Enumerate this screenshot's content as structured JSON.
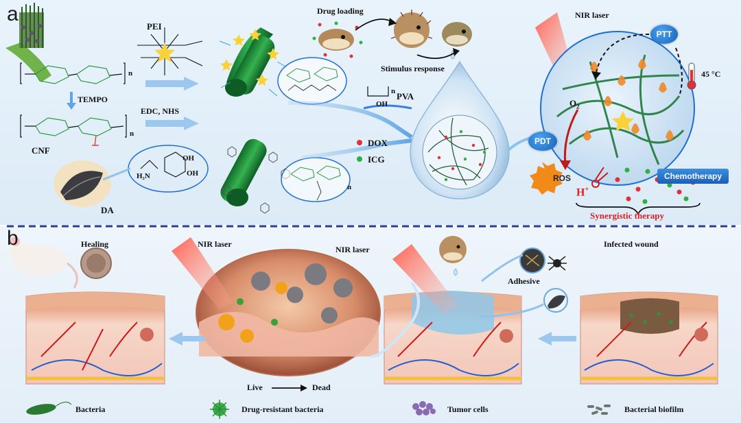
{
  "panel_a": {
    "letter": "a",
    "pei": "PEI",
    "tempo": "TEMPO",
    "edc_nhs": "EDC, NHS",
    "cnf": "CNF",
    "da": "DA",
    "drug_loading": "Drug loading",
    "stimulus_response": "Stimulus response",
    "pva": "PVA",
    "dox": "DOX",
    "icg": "ICG",
    "nir_laser": "NIR laser",
    "ptt": "PTT",
    "temp_value": "45",
    "temp_unit": "°C",
    "pdt": "PDT",
    "o2_base": "O",
    "o2_sub": "2",
    "ros": "ROS",
    "h_base": "H",
    "h_sup": "+",
    "chemotherapy": "Chemotherapy",
    "synergistic": "Synergistic therapy",
    "oh1": "OH",
    "oh2": "OH",
    "h2n": "H₂N",
    "oh_pva": "OH",
    "n1": "n",
    "n2": "n",
    "n3": "n",
    "n_pva": "n"
  },
  "panel_b": {
    "letter": "b",
    "healing": "Healing",
    "nir_laser_1": "NIR laser",
    "nir_laser_2": "NIR laser",
    "adhesive": "Adhesive",
    "infected_wound": "Infected wound",
    "live": "Live",
    "dead": "Dead"
  },
  "legend": {
    "bacteria": "Bacteria",
    "drug_resistant": "Drug-resistant bacteria",
    "tumor_cells": "Tumor cells",
    "biofilm": "Bacterial biofilm"
  },
  "colors": {
    "accent_blue": "#1f6fd1",
    "divider": "#2b3d8f",
    "red_text": "#e02020",
    "fiber_green": "#1f9a3c",
    "skin_pink": "#f2b9a8"
  }
}
